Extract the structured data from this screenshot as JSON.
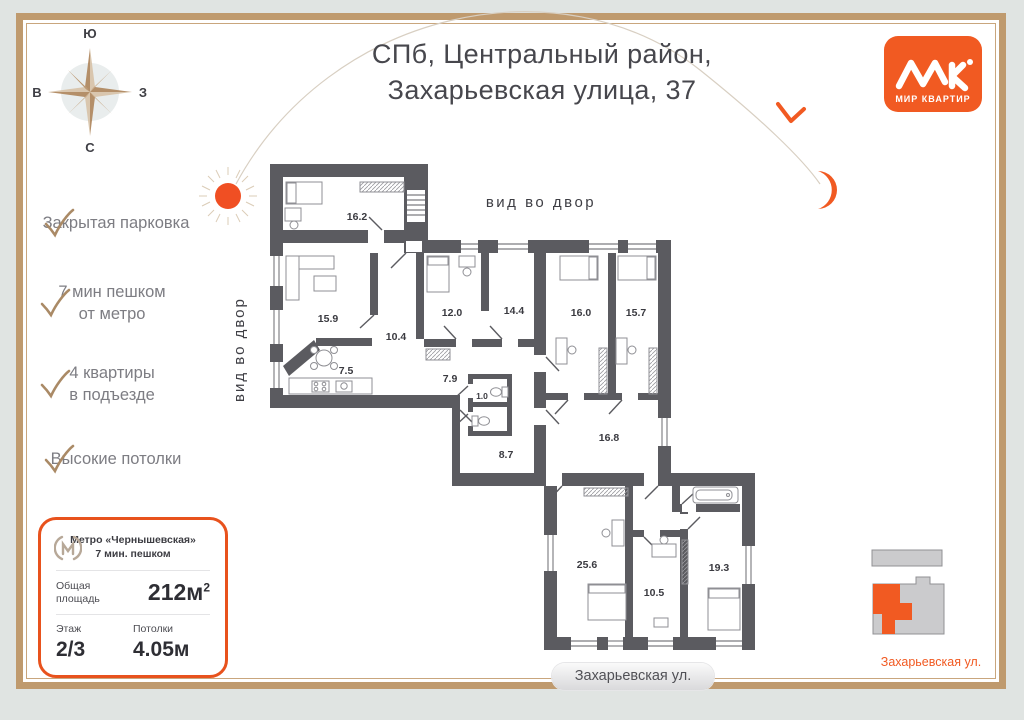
{
  "header": {
    "title_line1": "СПб, Центральный район,",
    "title_line2": "Захарьевская улица, 37"
  },
  "brand": {
    "name": "МИР КВАРТИР"
  },
  "compass": {
    "top": "Ю",
    "left": "В",
    "right": "З",
    "bottom": "С"
  },
  "features": [
    {
      "line1": "Закрытая парковка",
      "line2": ""
    },
    {
      "line1": "7 мин пешком",
      "line2": "от метро"
    },
    {
      "line1": "4 квартиры",
      "line2": "в подъезде"
    },
    {
      "line1": "Высокие потолки",
      "line2": ""
    }
  ],
  "info_card": {
    "metro_name": "Метро «Чернышевская»",
    "metro_walk": "7 мин. пешком",
    "area_label_line1": "Общая",
    "area_label_line2": "площадь",
    "area_value": "212м",
    "area_sup": "2",
    "floor_label": "Этаж",
    "floor_value": "2/3",
    "ceiling_label": "Потолки",
    "ceiling_value": "4.05м"
  },
  "plan": {
    "courtyard_label_top": "вид во двор",
    "courtyard_label_left": "вид во двор",
    "street_label": "Захарьевская ул.",
    "rooms": [
      {
        "name": "bedroom-16.2",
        "area": "16.2"
      },
      {
        "name": "living-room-15.9",
        "area": "15.9"
      },
      {
        "name": "hallway-10.4",
        "area": "10.4"
      },
      {
        "name": "kitchen-7.5",
        "area": "7.5"
      },
      {
        "name": "room-12.0",
        "area": "12.0"
      },
      {
        "name": "room-14.4",
        "area": "14.4"
      },
      {
        "name": "hallway-7.9",
        "area": "7.9"
      },
      {
        "name": "wc-1.0",
        "area": "1.0"
      },
      {
        "name": "hallway-8.7",
        "area": "8.7"
      },
      {
        "name": "bedroom-16.0",
        "area": "16.0"
      },
      {
        "name": "bedroom-15.7",
        "area": "15.7"
      },
      {
        "name": "hallway-16.8",
        "area": "16.8"
      },
      {
        "name": "room-25.6",
        "area": "25.6"
      },
      {
        "name": "room-10.5",
        "area": "10.5"
      },
      {
        "name": "room-19.3",
        "area": "19.3"
      }
    ]
  },
  "minimap": {
    "street_label": "Захарьевская ул."
  },
  "colors": {
    "accent_orange": "#f15a22",
    "wall_gray": "#5b5b60",
    "frame_tan": "#bf9a6e"
  }
}
